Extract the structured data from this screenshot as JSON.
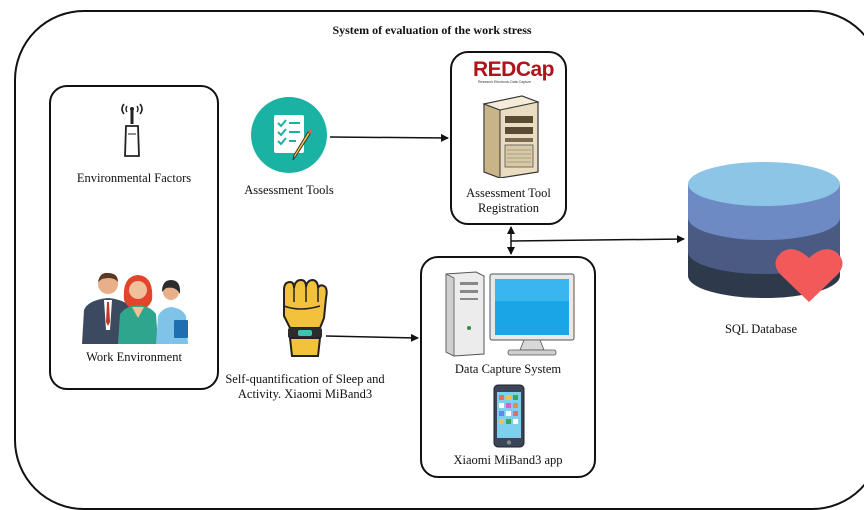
{
  "diagram": {
    "title": "System of evaluation of the work stress",
    "nodes": {
      "environmental_factors": {
        "label": "Environmental Factors",
        "icon": "antenna-icon"
      },
      "work_environment": {
        "label": "Work Environment",
        "icon": "people-group-icon"
      },
      "assessment_tools": {
        "label": "Assessment Tools",
        "icon": "clipboard-checklist-icon"
      },
      "self_quantification": {
        "label_line1": "Self-quantification of Sleep and",
        "label_line2": "Activity. Xiaomi MiBand3",
        "icon": "wristband-fist-icon"
      },
      "redcap": {
        "logo_text": "REDCap",
        "logo_subtext": "Research Electronic Data Capture",
        "label_line1": "Assessment Tool",
        "label_line2": "Registration",
        "icon": "server-tower-icon"
      },
      "data_capture": {
        "label": "Data Capture System",
        "icon": "desktop-computer-icon"
      },
      "miband_app": {
        "label": "Xiaomi MiBand3 app",
        "icon": "smartphone-icon"
      },
      "sql_database": {
        "label": "SQL Database",
        "icon": "database-cylinder-icon"
      }
    },
    "colors": {
      "teal": "#1ab3a3",
      "db_top": "#8dc5e6",
      "db_layer2": "#6e8ac4",
      "db_layer3": "#4a5a82",
      "db_layer4": "#2e3a4c",
      "heart": "#f25a5a",
      "redcap_red": "#b0141a"
    }
  }
}
